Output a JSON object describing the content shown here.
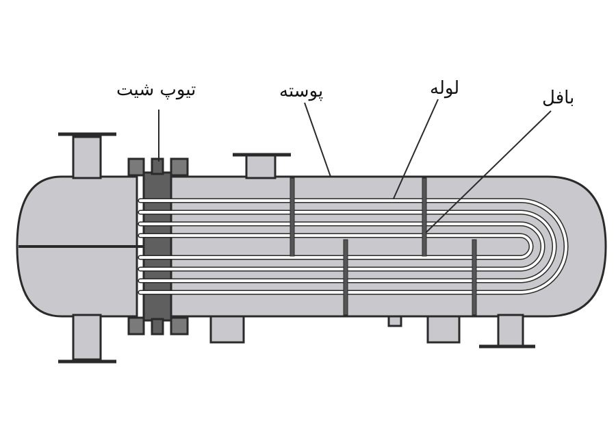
{
  "labels": {
    "tube_sheet": "تیوپ شیت",
    "shell": "پوسته",
    "tube": "لوله",
    "baffle": "بافل"
  },
  "colors": {
    "background": "#ffffff",
    "body_fill": "#c9c9cd",
    "outline": "#2a2a2a",
    "tube_sheet_fill": "#5f5f5f",
    "flange_fill": "#7a7a7a",
    "tube_stroke": "#ffffff",
    "baffle_fill": "#555555"
  }
}
